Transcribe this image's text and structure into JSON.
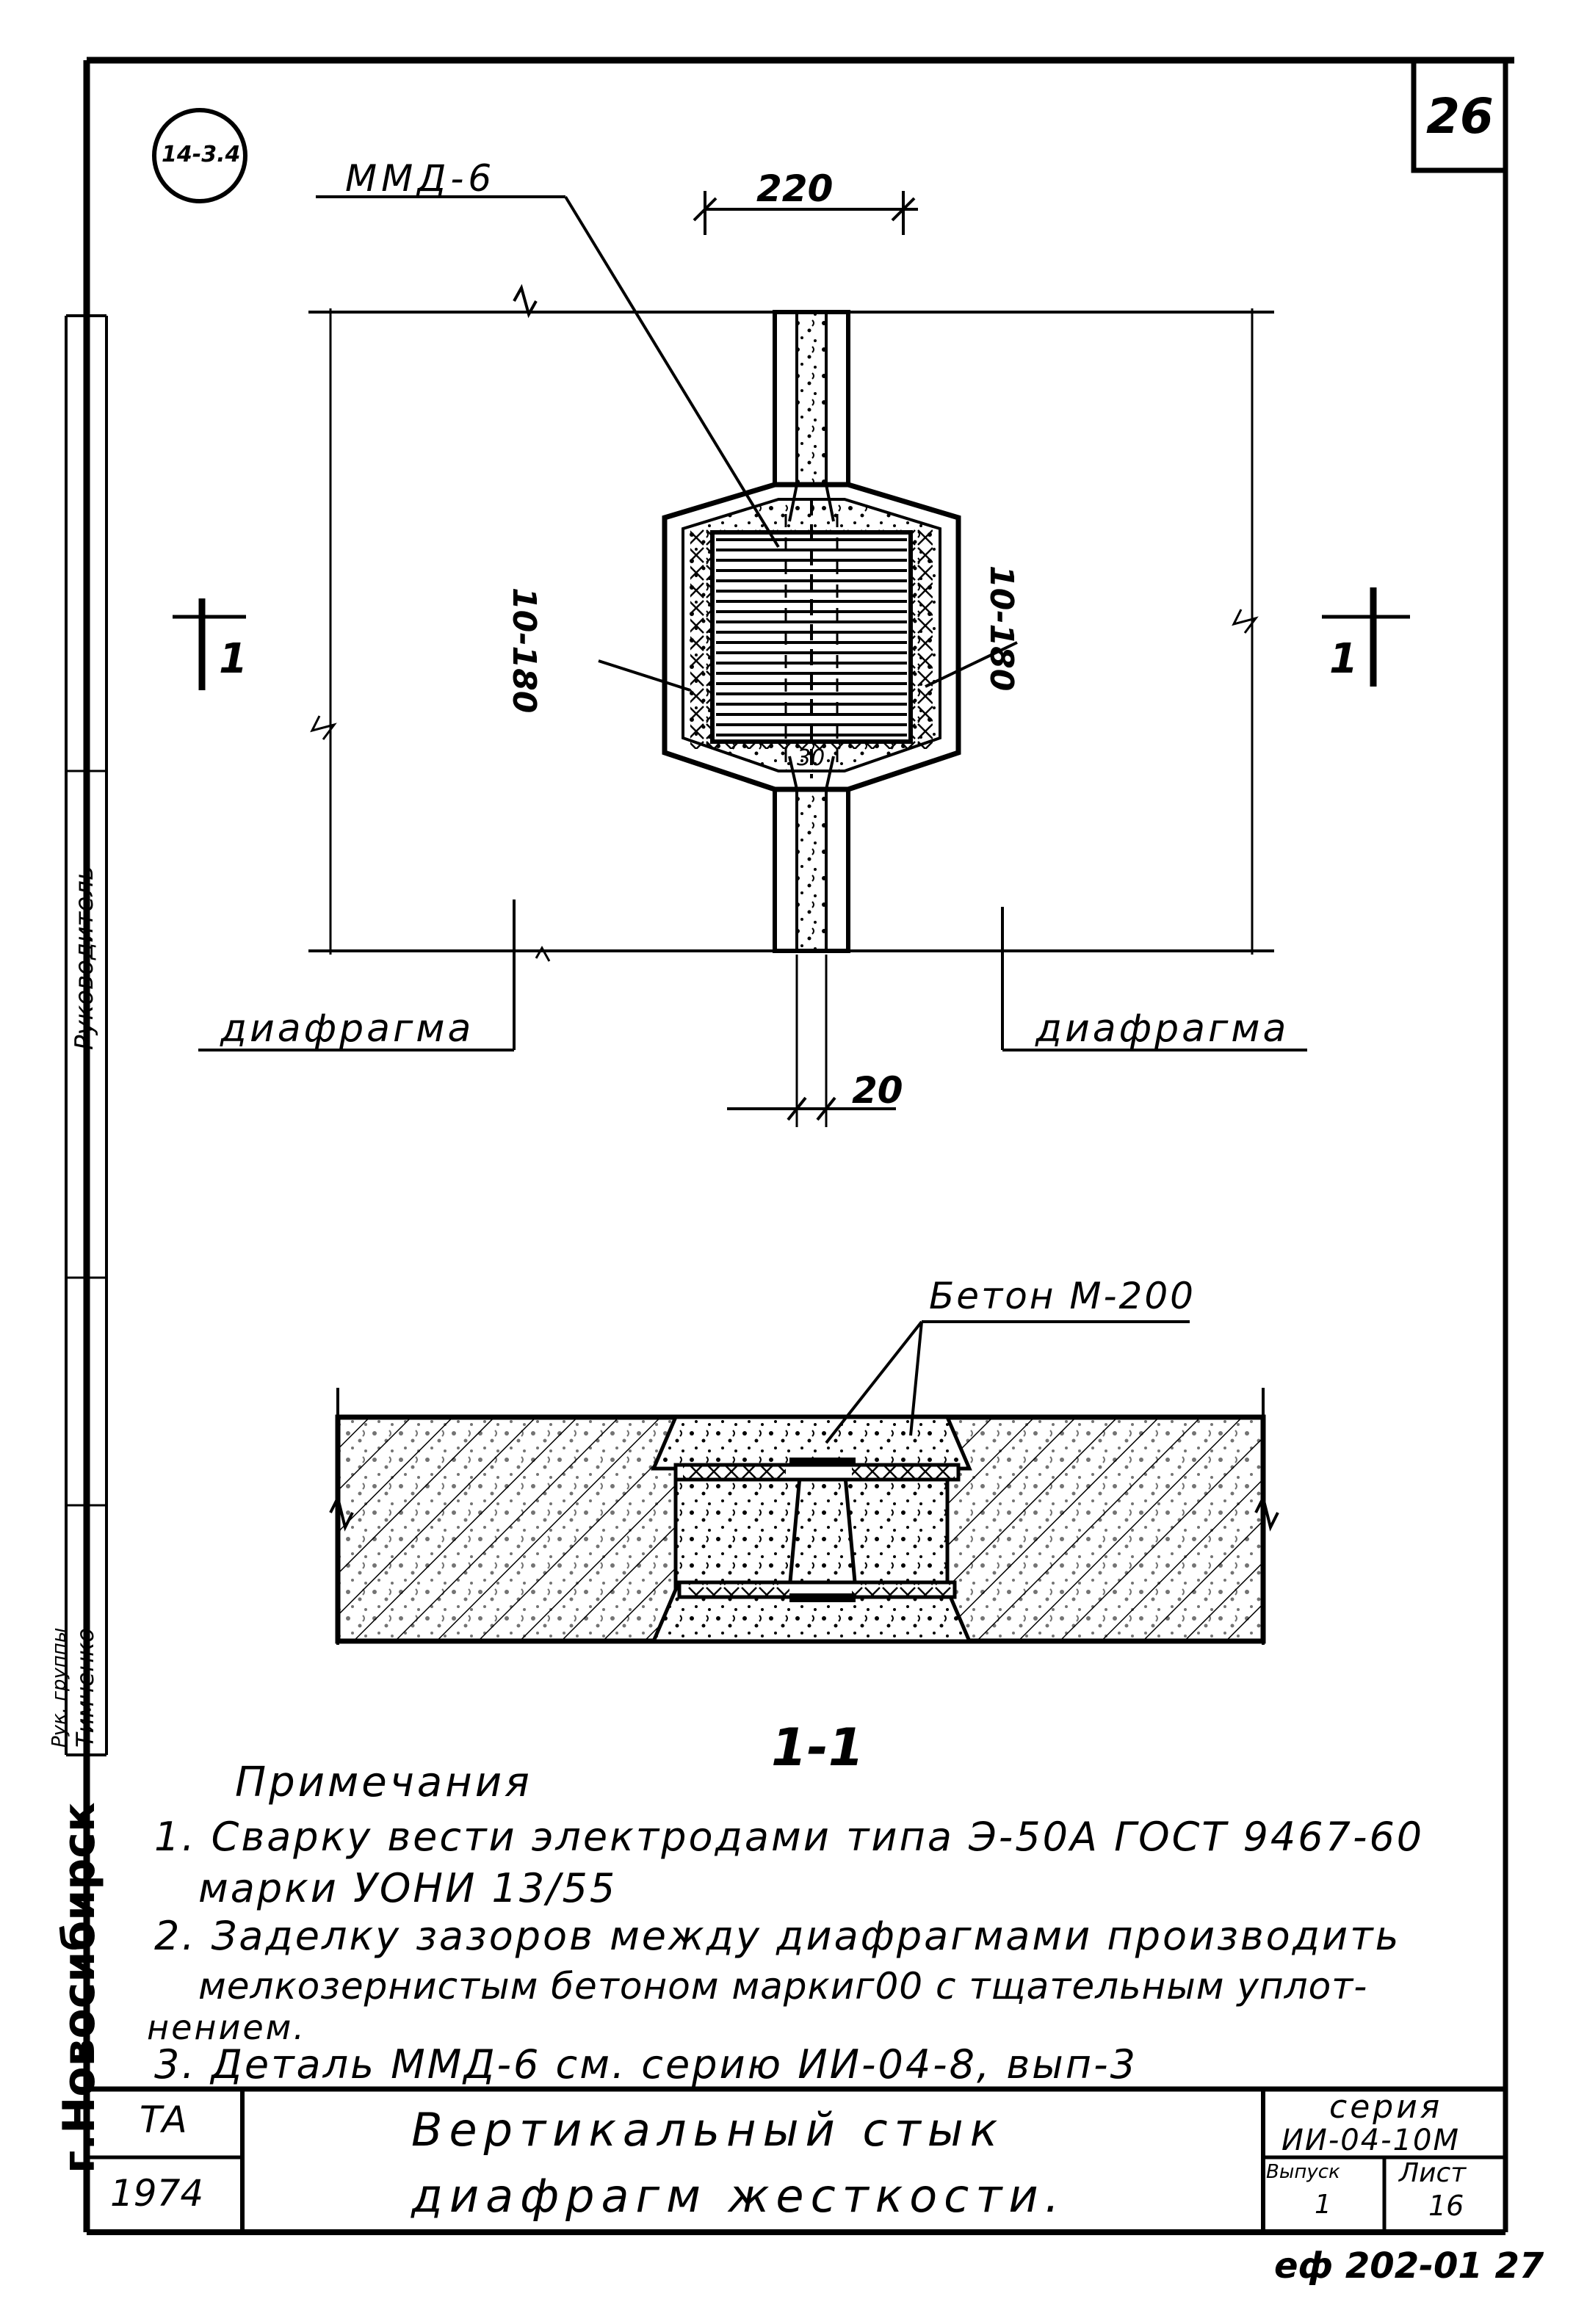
{
  "sheet": {
    "page_number": "26",
    "stamp": "14-3.4",
    "sheet_code": "еф 202-01 27"
  },
  "plan": {
    "label_mesh": "ММД-6",
    "dim_top": "220",
    "dim_bottom": "20",
    "rebar_left": "10-180",
    "rebar_right": "10-180",
    "section_mark_left": "1",
    "section_mark_right": "1",
    "label_diaphragm_left": "диафрагма",
    "label_diaphragm_right": "диафрагма",
    "concrete_note": "30"
  },
  "section": {
    "label_concrete": "Бетон М-200",
    "title": "1-1"
  },
  "notes": {
    "heading": "Примечания",
    "lines": [
      "1. Сварку вести электродами типа Э-50А ГОСТ 9467-60",
      "марки УОНИ 13/55",
      "2. Заделку зазоров между диафрагмами производить",
      "мелкозернистым бетоном маркиг00 с тщательным уплот-",
      "нением.",
      "3. Деталь ММД-6 см. серию ИИ-04-8, вып-3"
    ]
  },
  "side_strip": {
    "city": "г.Новосибирск",
    "role_1": "Руководитель",
    "role_2": "Рук. группы",
    "name_2": "Тимченко"
  },
  "title_block": {
    "org": "ТА",
    "year": "1974",
    "title_line1": "Вертикальный стык",
    "title_line2": "диафрагм жесткости.",
    "series_label": "серия",
    "series_value": "ИИ-04-10М",
    "issue_label": "Выпуск",
    "issue_value": "1",
    "sheet_label": "Лист",
    "sheet_value": "16"
  }
}
